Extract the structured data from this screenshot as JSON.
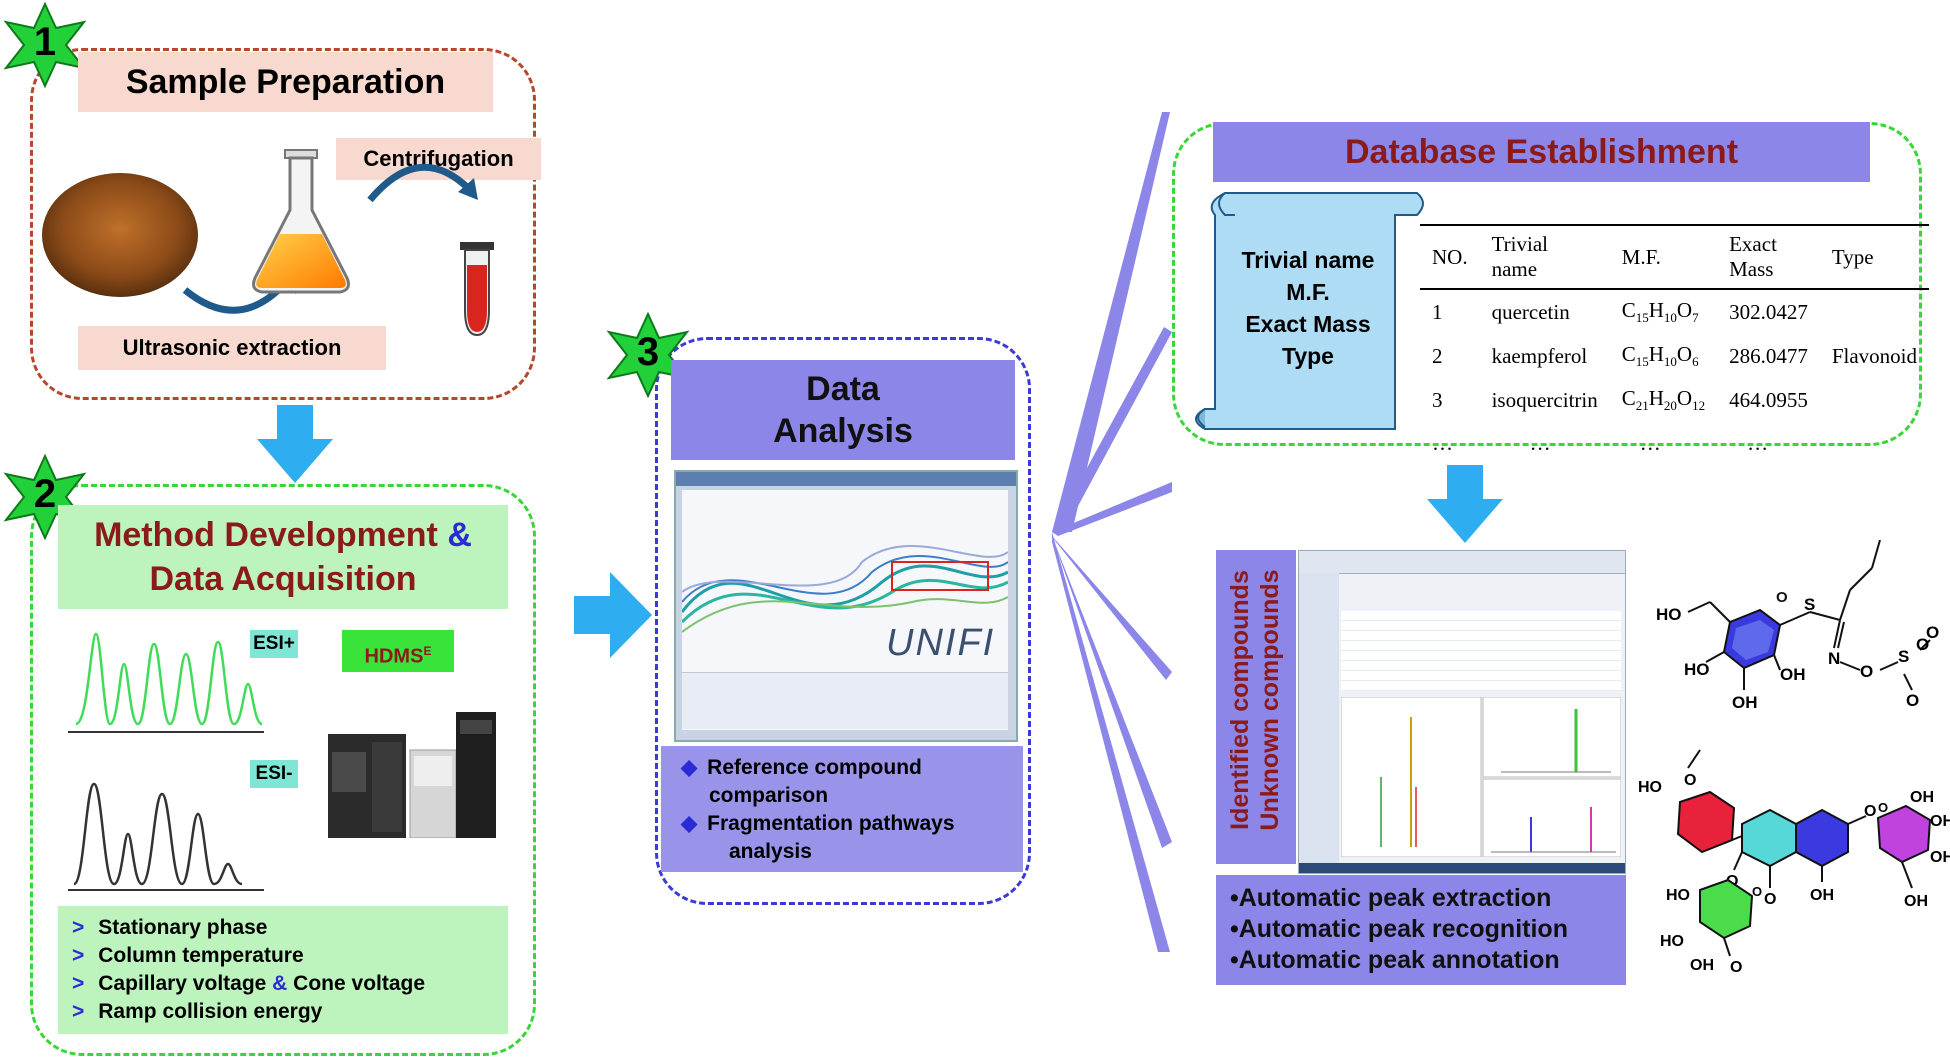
{
  "steps": [
    "1",
    "2",
    "3"
  ],
  "sample_prep": {
    "title": "Sample Preparation",
    "centrifugation": "Centrifugation",
    "ultrasonic": "Ultrasonic extraction"
  },
  "method_dev": {
    "title_part1": "Method Development",
    "amp": "&",
    "title_part2": "Data Acquisition",
    "esi_pos": "ESI+",
    "esi_neg": "ESI-",
    "hdms_base": "HDMS",
    "hdms_sup": "E",
    "params": [
      {
        "text": "Stationary phase"
      },
      {
        "text": "Column temperature"
      },
      {
        "text_a": "Capillary voltage ",
        "amp": "&",
        "text_b": " Cone voltage"
      },
      {
        "text": "Ramp collision energy"
      }
    ]
  },
  "data_analysis": {
    "title_line1": "Data",
    "title_line2": "Analysis",
    "software_logo": "UNIFI",
    "bullets": [
      {
        "line1": "Reference compound",
        "line2": "comparison"
      },
      {
        "line1": "Fragmentation pathways",
        "line2": "analysis"
      }
    ]
  },
  "database": {
    "title": "Database Establishment",
    "scroll_lines": [
      "Trivial name",
      "M.F.",
      "Exact Mass",
      "Type"
    ],
    "columns": [
      "NO.",
      "Trivial name",
      "M.F.",
      "Exact Mass",
      "Type"
    ],
    "rows": [
      {
        "no": "1",
        "name": "quercetin",
        "mf_parts": [
          "C",
          "15",
          "H",
          "10",
          "O",
          "7"
        ],
        "mass": "302.0427",
        "type": ""
      },
      {
        "no": "2",
        "name": "kaempferol",
        "mf_parts": [
          "C",
          "15",
          "H",
          "10",
          "O",
          "6"
        ],
        "mass": "286.0477",
        "type": "Flavonoid"
      },
      {
        "no": "3",
        "name": "isoquercitrin",
        "mf_parts": [
          "C",
          "21",
          "H",
          "20",
          "O",
          "12"
        ],
        "mass": "464.0955",
        "type": ""
      }
    ],
    "ellipsis": "…"
  },
  "results": {
    "identified": "Identified compounds",
    "unknown": "Unknown compounds",
    "bullets": [
      "•Automatic peak extraction",
      "•Automatic peak recognition",
      "•Automatic peak annotation"
    ]
  },
  "molecule_labels": {
    "m1": [
      "HO",
      "HO",
      "OH",
      "OH",
      "S",
      "N",
      "O",
      "S",
      "O",
      "OH",
      "O"
    ],
    "m2": [
      "HO",
      "O",
      "OH",
      "OH",
      "OH",
      "OH",
      "HO",
      "HO",
      "OH",
      "OH",
      "O",
      "O",
      "O",
      "O",
      "O"
    ]
  },
  "colors": {
    "dash_red": "#b5472c",
    "dash_green": "#39d639",
    "dash_blue": "#3a3ad8",
    "arrow_blue": "#2eaef0",
    "title_red": "#8b1a1a",
    "star_green": "#22d03a"
  }
}
